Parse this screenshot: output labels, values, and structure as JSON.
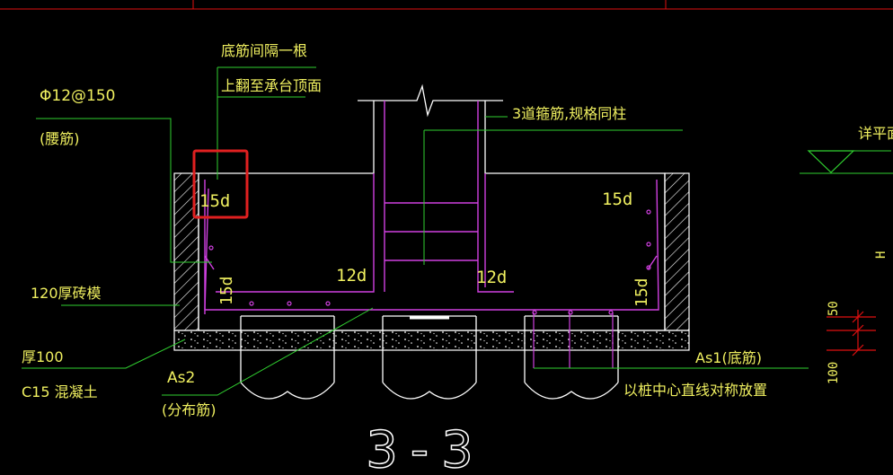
{
  "labels": {
    "top_note_1": "底筋间隔一根",
    "top_note_2": "上翻至承台顶面",
    "waist_bar_spec": "Φ12@150",
    "waist_bar_name": "(腰筋)",
    "stirrup_note": "3道箍筋,规格同柱",
    "elevation_note": "详平面",
    "dim_15d_left_top": "15d",
    "dim_15d_right_top": "15d",
    "dim_12d_left": "12d",
    "dim_12d_right": "12d",
    "dim_15d_left_side": "15d",
    "dim_15d_right_side": "15d",
    "brick_form": "120厚砖模",
    "cushion_thick": "厚100",
    "cushion_concrete": "C15 混凝土",
    "as2_label": "As2",
    "as2_name": "(分布筋)",
    "as1_label": "As1(底筋)",
    "pile_note": "以桩中心直线对称放置",
    "dim_h": "H",
    "dim_50": "50",
    "dim_100": "100",
    "section_title": "3-3"
  },
  "colors": {
    "background": "#000000",
    "outline": "#ffffff",
    "rebar": "#d040e0",
    "leader": "#30d030",
    "text": "#f0f060",
    "dim_red": "#e01010",
    "highlight_red": "#e02020"
  }
}
